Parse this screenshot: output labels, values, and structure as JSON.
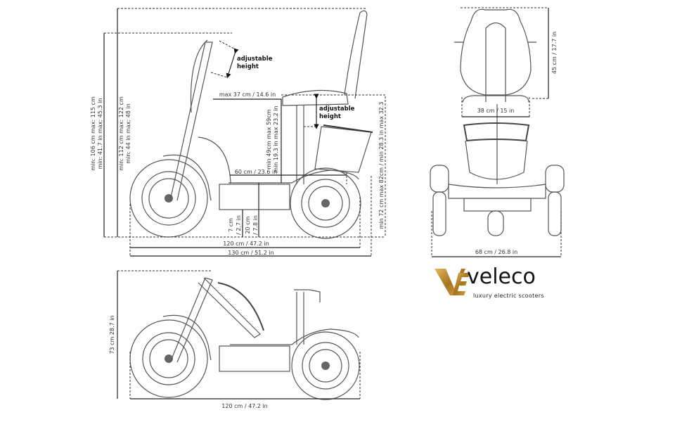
{
  "side_view": {
    "total_height_cm": "min: 106 cm  max: 115 cm",
    "total_height_in": "min: 41.7 in  max: 45.3 in",
    "handle_height_cm": "min: 112 cm  max: 122 cm",
    "handle_height_in": "min: 44 in  max: 48 in",
    "handle_adjust": [
      "adjustable",
      "height"
    ],
    "seat_adjust": [
      "adjustable",
      "height"
    ],
    "seat_to_handle": "max 37 cm / 14.6 in",
    "seat_height_cm": "min 49cm  max 59cm",
    "seat_height_in": "min 19.3 in  max 23.2 in",
    "deck_length": "60 cm / 23.6 in",
    "ground_clearance_cm": "7 cm",
    "ground_clearance_in": "/ 2.7 in",
    "deck_height_cm": "20 cm",
    "deck_height_in": "/ 7.8 in",
    "seat_total_height": "min 72 cm  max 82cm / min 28.3 in  max 32.3",
    "wheelbase": "120 cm / 47.2 in",
    "overall_length": "130 cm / 51.2 in"
  },
  "folded_view": {
    "height": "73 cm  28.7 in",
    "length": "120 cm / 47.2 in"
  },
  "front_view": {
    "backrest_height": "45 cm / 17.7 in",
    "seat_width": "38 cm / 15 in",
    "overall_width": "68 cm / 26.8 in"
  },
  "brand": {
    "name": "veleco",
    "tagline": "luxury electric scooters",
    "logo_mark": "VE",
    "gold": "#b8862a"
  }
}
